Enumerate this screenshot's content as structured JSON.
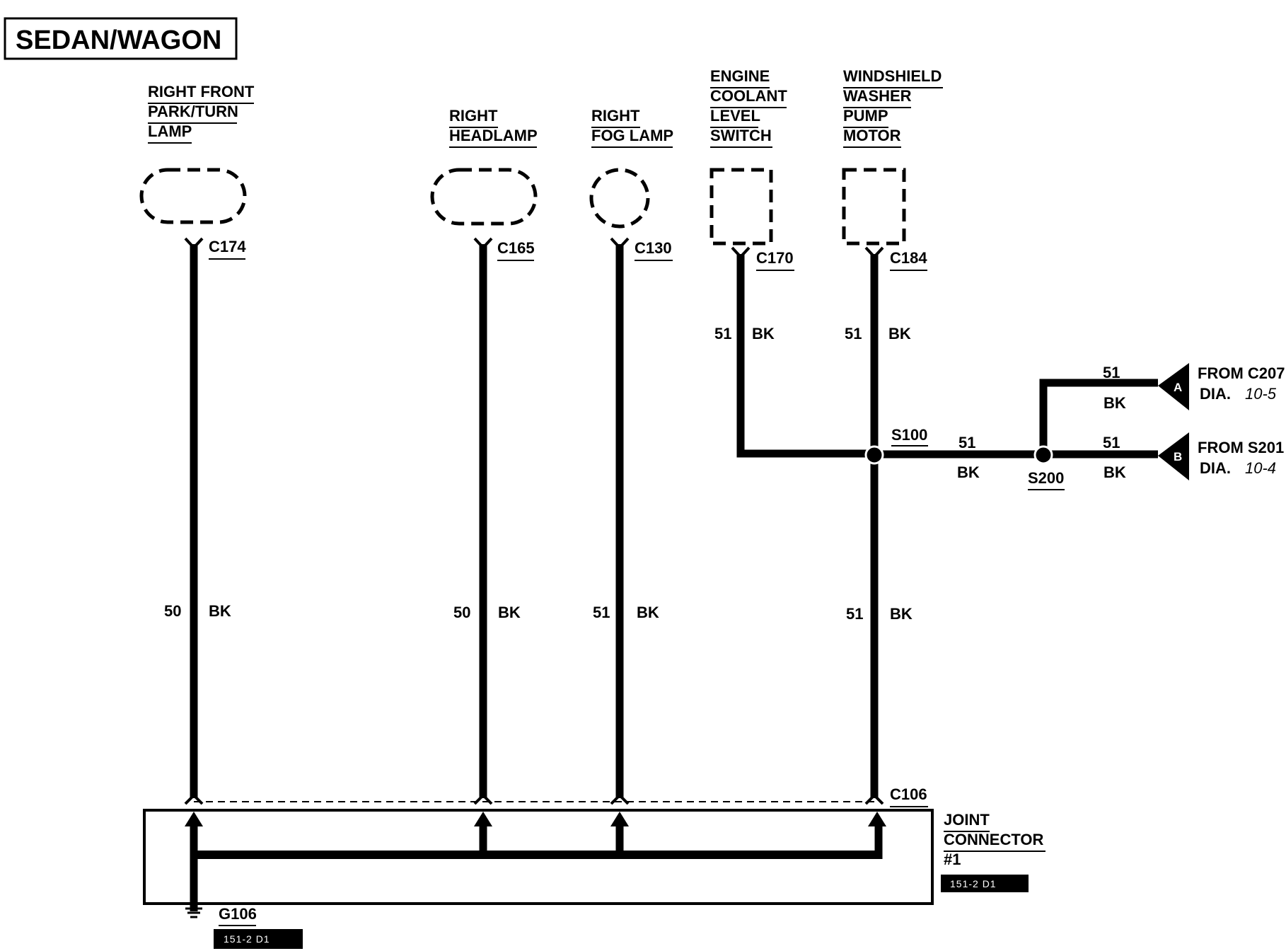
{
  "title": "SEDAN/WAGON",
  "components": {
    "park_turn": [
      "RIGHT FRONT",
      "PARK/TURN",
      "LAMP"
    ],
    "headlamp": [
      "RIGHT",
      "HEADLAMP"
    ],
    "fog_lamp": [
      "RIGHT",
      "FOG LAMP"
    ],
    "coolant_switch": [
      "ENGINE",
      "COOLANT",
      "LEVEL",
      "SWITCH"
    ],
    "washer_motor": [
      "WINDSHIELD",
      "WASHER",
      "PUMP",
      "MOTOR"
    ],
    "joint_connector": [
      "JOINT",
      "CONNECTOR",
      "#1"
    ]
  },
  "connectors": {
    "c174": "C174",
    "c165": "C165",
    "c130": "C130",
    "c170": "C170",
    "c184": "C184",
    "c106": "C106",
    "s100": "S100",
    "s200": "S200",
    "g106": "G106"
  },
  "wires": {
    "park_turn": {
      "circuit": "50",
      "color": "BK"
    },
    "headlamp": {
      "circuit": "50",
      "color": "BK"
    },
    "fog_lamp": {
      "circuit": "51",
      "color": "BK"
    },
    "coolant": {
      "circuit": "51",
      "color": "BK"
    },
    "washer_upper": {
      "circuit": "51",
      "color": "BK"
    },
    "washer_lower": {
      "circuit": "51",
      "color": "BK"
    },
    "s100_s200": {
      "circuit": "51",
      "color": "BK"
    },
    "from_a": {
      "circuit": "51",
      "color": "BK"
    },
    "from_b": {
      "circuit": "51",
      "color": "BK"
    }
  },
  "offpage": {
    "a": {
      "letter": "A",
      "from": "FROM C207",
      "dia": "DIA.",
      "ref": "10-5"
    },
    "b": {
      "letter": "B",
      "from": "FROM S201",
      "dia": "DIA.",
      "ref": "10-4"
    }
  },
  "tags": {
    "joint_connector": "151-2 D1",
    "ground": "151-2 D1"
  }
}
